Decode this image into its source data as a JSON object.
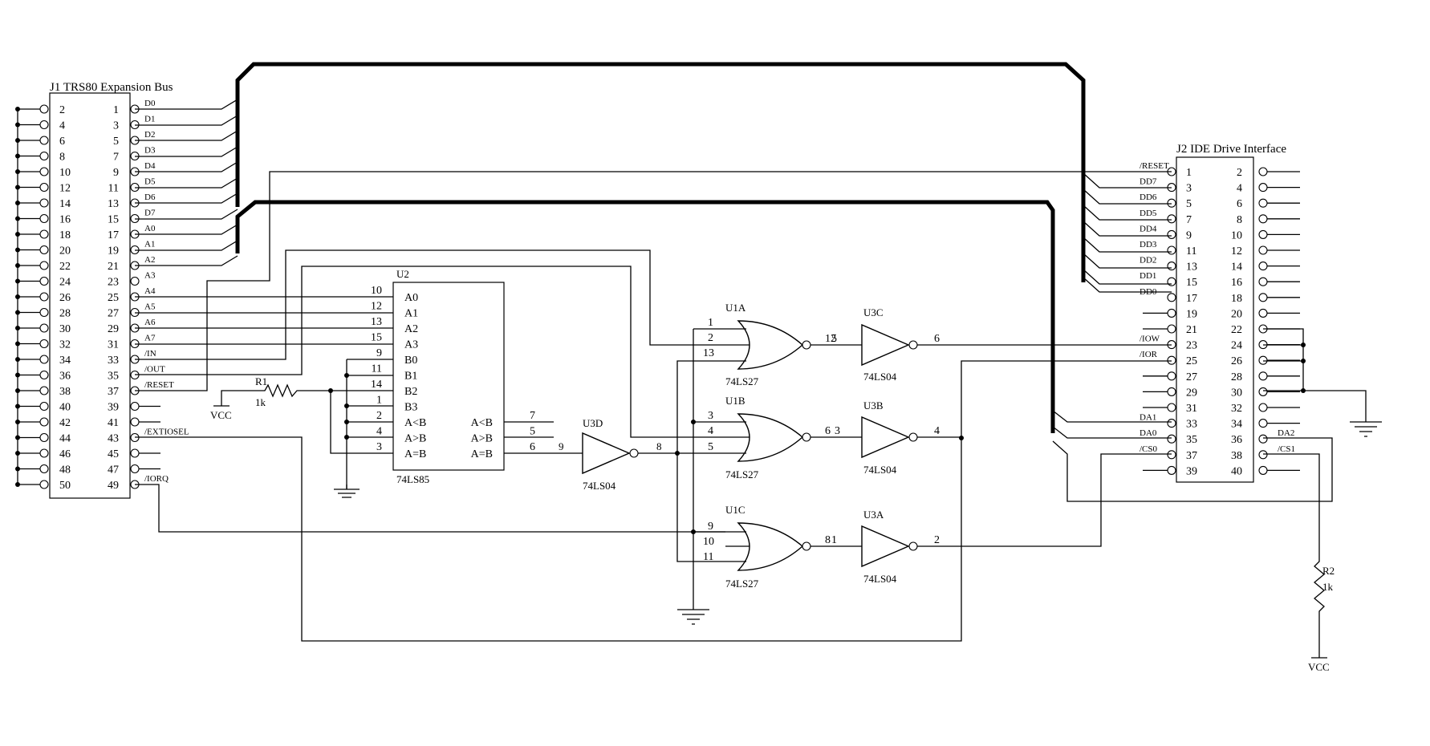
{
  "j1": {
    "title": "J1 TRS80 Expansion Bus",
    "rows": [
      {
        "l": "2",
        "r": "1",
        "sig": "D0"
      },
      {
        "l": "4",
        "r": "3",
        "sig": "D1"
      },
      {
        "l": "6",
        "r": "5",
        "sig": "D2"
      },
      {
        "l": "8",
        "r": "7",
        "sig": "D3"
      },
      {
        "l": "10",
        "r": "9",
        "sig": "D4"
      },
      {
        "l": "12",
        "r": "11",
        "sig": "D5"
      },
      {
        "l": "14",
        "r": "13",
        "sig": "D6"
      },
      {
        "l": "16",
        "r": "15",
        "sig": "D7"
      },
      {
        "l": "18",
        "r": "17",
        "sig": "A0"
      },
      {
        "l": "20",
        "r": "19",
        "sig": "A1"
      },
      {
        "l": "22",
        "r": "21",
        "sig": "A2"
      },
      {
        "l": "24",
        "r": "23",
        "sig": "A3"
      },
      {
        "l": "26",
        "r": "25",
        "sig": "A4"
      },
      {
        "l": "28",
        "r": "27",
        "sig": "A5"
      },
      {
        "l": "30",
        "r": "29",
        "sig": "A6"
      },
      {
        "l": "32",
        "r": "31",
        "sig": "A7"
      },
      {
        "l": "34",
        "r": "33",
        "sig": "/IN"
      },
      {
        "l": "36",
        "r": "35",
        "sig": "/OUT"
      },
      {
        "l": "38",
        "r": "37",
        "sig": "/RESET"
      },
      {
        "l": "40",
        "r": "39",
        "sig": ""
      },
      {
        "l": "42",
        "r": "41",
        "sig": ""
      },
      {
        "l": "44",
        "r": "43",
        "sig": "/EXTIOSEL"
      },
      {
        "l": "46",
        "r": "45",
        "sig": ""
      },
      {
        "l": "48",
        "r": "47",
        "sig": ""
      },
      {
        "l": "50",
        "r": "49",
        "sig": "/IORQ"
      }
    ]
  },
  "j2": {
    "title": "J2 IDE Drive Interface",
    "rows": [
      {
        "l": "1",
        "r": "2",
        "sig": "/RESET",
        "rsig": ""
      },
      {
        "l": "3",
        "r": "4",
        "sig": "DD7",
        "rsig": ""
      },
      {
        "l": "5",
        "r": "6",
        "sig": "DD6",
        "rsig": ""
      },
      {
        "l": "7",
        "r": "8",
        "sig": "DD5",
        "rsig": ""
      },
      {
        "l": "9",
        "r": "10",
        "sig": "DD4",
        "rsig": ""
      },
      {
        "l": "11",
        "r": "12",
        "sig": "DD3",
        "rsig": ""
      },
      {
        "l": "13",
        "r": "14",
        "sig": "DD2",
        "rsig": ""
      },
      {
        "l": "15",
        "r": "16",
        "sig": "DD1",
        "rsig": ""
      },
      {
        "l": "17",
        "r": "18",
        "sig": "DD0",
        "rsig": ""
      },
      {
        "l": "19",
        "r": "20",
        "sig": "",
        "rsig": ""
      },
      {
        "l": "21",
        "r": "22",
        "sig": "",
        "rsig": ""
      },
      {
        "l": "23",
        "r": "24",
        "sig": "/IOW",
        "rsig": ""
      },
      {
        "l": "25",
        "r": "26",
        "sig": "/IOR",
        "rsig": ""
      },
      {
        "l": "27",
        "r": "28",
        "sig": "",
        "rsig": ""
      },
      {
        "l": "29",
        "r": "30",
        "sig": "",
        "rsig": ""
      },
      {
        "l": "31",
        "r": "32",
        "sig": "",
        "rsig": ""
      },
      {
        "l": "33",
        "r": "34",
        "sig": "DA1",
        "rsig": ""
      },
      {
        "l": "35",
        "r": "36",
        "sig": "DA0",
        "rsig": "DA2"
      },
      {
        "l": "37",
        "r": "38",
        "sig": "/CS0",
        "rsig": "/CS1"
      },
      {
        "l": "39",
        "r": "40",
        "sig": "",
        "rsig": ""
      }
    ]
  },
  "u2": {
    "ref": "U2",
    "part": "74LS85",
    "left": [
      {
        "pin": "10",
        "name": "A0"
      },
      {
        "pin": "12",
        "name": "A1"
      },
      {
        "pin": "13",
        "name": "A2"
      },
      {
        "pin": "15",
        "name": "A3"
      },
      {
        "pin": "9",
        "name": "B0"
      },
      {
        "pin": "11",
        "name": "B1"
      },
      {
        "pin": "14",
        "name": "B2"
      },
      {
        "pin": "1",
        "name": "B3"
      },
      {
        "pin": "2",
        "name": "A<B"
      },
      {
        "pin": "4",
        "name": "A>B"
      },
      {
        "pin": "3",
        "name": "A=B"
      }
    ],
    "right": [
      {
        "pin": "7",
        "name": "A<B"
      },
      {
        "pin": "5",
        "name": "A>B"
      },
      {
        "pin": "6",
        "name": "A=B"
      }
    ]
  },
  "r1": {
    "ref": "R1",
    "value": "1k",
    "supply": "VCC"
  },
  "r2": {
    "ref": "R2",
    "value": "1k",
    "supply": "VCC"
  },
  "u3d": {
    "ref": "U3D",
    "part": "74LS04",
    "in": "9",
    "out": "8"
  },
  "u1a": {
    "ref": "U1A",
    "part": "74LS27",
    "in1": "1",
    "in2": "2",
    "in3": "13",
    "out": "12"
  },
  "u1b": {
    "ref": "U1B",
    "part": "74LS27",
    "in1": "3",
    "in2": "4",
    "in3": "5",
    "out": "6"
  },
  "u1c": {
    "ref": "U1C",
    "part": "74LS27",
    "in1": "9",
    "in2": "10",
    "in3": "11",
    "out": "8"
  },
  "u3c": {
    "ref": "U3C",
    "part": "74LS04",
    "in": "5",
    "out": "6"
  },
  "u3b": {
    "ref": "U3B",
    "part": "74LS04",
    "in": "3",
    "out": "4"
  },
  "u3a": {
    "ref": "U3A",
    "part": "74LS04",
    "in": "1",
    "out": "2"
  }
}
